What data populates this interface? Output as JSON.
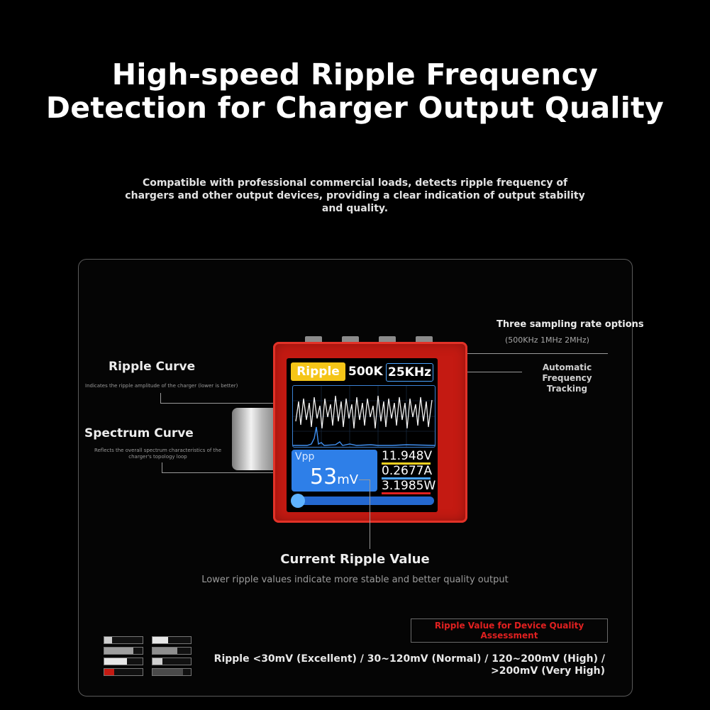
{
  "headline": {
    "line1": "High-speed Ripple Frequency",
    "line2": "Detection for Charger Output Quality"
  },
  "subtext": "Compatible with professional commercial loads, detects ripple frequency of chargers and other output devices, providing a clear indication of output stability and quality.",
  "callouts": {
    "sampling_title": "Three sampling rate options",
    "sampling_options": "(500KHz 1MHz 2MHz)",
    "auto_tracking": "Automatic Frequency Tracking",
    "ripple_curve_title": "Ripple Curve",
    "ripple_curve_desc": "Indicates the ripple amplitude of the charger (lower is better)",
    "spectrum_title": "Spectrum Curve",
    "spectrum_desc": "Reflects the overall spectrum characteristics of the charger's topology loop"
  },
  "device": {
    "mode_label": "Ripple",
    "sample_rate": "500K",
    "frequency": "25KHz",
    "vpp_label": "Vpp",
    "vpp_value": "53",
    "vpp_unit": "mV",
    "voltage": "11.948V",
    "current": "0.2677A",
    "power": "3.1985W",
    "colors": {
      "voltage": "#f5d020",
      "current": "#4aa3ff",
      "power": "#e02020",
      "badge": "#f5c518"
    }
  },
  "bottom": {
    "title": "Current Ripple Value",
    "subtitle": "Lower ripple values indicate more stable and better quality output"
  },
  "assessment": {
    "title": "Ripple Value for Device Quality Assessment",
    "legend": "Ripple <30mV (Excellent) / 30~120mV (Normal) / 120~200mV (High) / >200mV (Very High)"
  }
}
